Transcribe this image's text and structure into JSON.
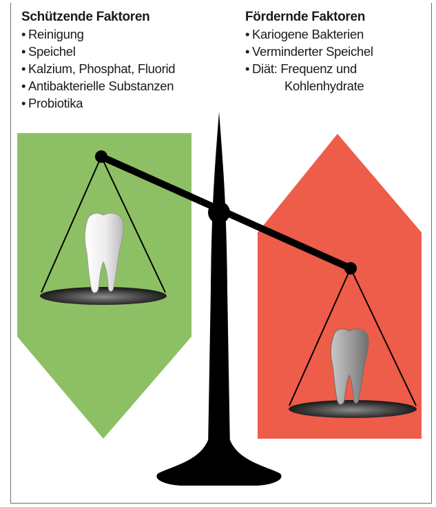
{
  "protective": {
    "heading": "Schützende Faktoren",
    "items": [
      "Reinigung",
      "Speichel",
      "Kalzium, Phosphat, Fluorid",
      "Antibakterielle Substanzen",
      "Probiotika"
    ]
  },
  "promoting": {
    "heading": "Fördernde Faktoren",
    "items": [
      "Kariogene Bakterien",
      "Verminderter Speichel",
      "Diät: Frequenz und"
    ],
    "continuation": "Kohlenhydrate"
  },
  "colors": {
    "protective_arrow": "#8dc064",
    "promoting_arrow": "#ee5c4a",
    "scale": "#000000",
    "healthy_tooth": "#f2f2f2",
    "damaged_tooth": "#9a9a9a",
    "frame_border": "#6e6e6e"
  },
  "icons": {
    "balance": "balance-scale-icon",
    "healthy_tooth": "healthy-tooth-icon",
    "damaged_tooth": "damaged-tooth-icon"
  }
}
